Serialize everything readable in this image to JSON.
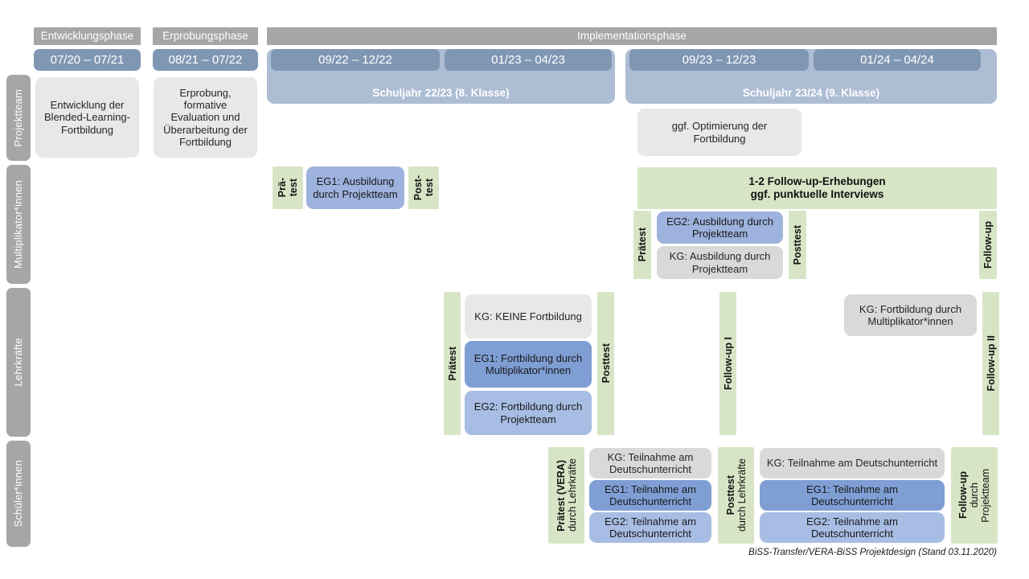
{
  "meta": {
    "footer": "BiSS-Transfer/VERA-BiSS Projektdesign (Stand 03.11.2020)"
  },
  "colors": {
    "gray_header": "#a6a6a6",
    "period_blue": "#8097b3",
    "schuljahr_blue": "#adbdd4",
    "card_gray": "#e8e8e8",
    "card_gray2": "#d9d9d9",
    "blue_mid": "#9db2dd",
    "blue_light": "#a7bde4",
    "blue_dark": "#7e9ed4",
    "green_strip": "#d7e5c6"
  },
  "row_labels": [
    {
      "key": "projektteam",
      "label": "Projektteam"
    },
    {
      "key": "multiplikatorinnen",
      "label": "Multiplikator*innen"
    },
    {
      "key": "lehrkraefte",
      "label": "Lehrkräfte"
    },
    {
      "key": "schuelerinnen",
      "label": "Schüler*innen"
    }
  ],
  "phases": [
    {
      "key": "entwicklung",
      "label": "Entwicklungsphase"
    },
    {
      "key": "erprobung",
      "label": "Erprobungsphase"
    },
    {
      "key": "implementation",
      "label": "Implementationsphase"
    }
  ],
  "periods": [
    {
      "key": "p1",
      "label": "07/20 – 07/21"
    },
    {
      "key": "p2",
      "label": "08/21 – 07/22"
    },
    {
      "key": "p3",
      "label": "09/22 – 12/22"
    },
    {
      "key": "p4",
      "label": "01/23 – 04/23"
    },
    {
      "key": "p5",
      "label": "09/23 – 12/23"
    },
    {
      "key": "p6",
      "label": "01/24 – 04/24"
    }
  ],
  "schuljahre": [
    {
      "key": "sj2223",
      "label": "Schuljahr 22/23 (8. Klasse)"
    },
    {
      "key": "sj2324",
      "label": "Schuljahr 23/24 (9. Klasse)"
    }
  ],
  "projektteam": {
    "entwicklung_card": "Entwicklung der Blended-Learning-Fortbildung",
    "erprobung_card": "Erprobung, formative Evaluation und Überarbeitung der Fortbildung",
    "optimierung_card": "ggf. Optimierung der Fortbildung"
  },
  "multiplikatoren": {
    "praetest_1": "Prä-\ntest",
    "praetest_1_l1": "Prä-",
    "praetest_1_l2": "test",
    "posttest_1_l1": "Post-",
    "posttest_1_l2": "test",
    "eg1_card": "EG1: Ausbildung durch Projektteam",
    "followup_banner_l1": "1-2 Follow-up-Erhebungen",
    "followup_banner_l2": "ggf. punktuelle Interviews",
    "praetest_2": "Prätest",
    "posttest_2": "Posttest",
    "followup": "Follow-up",
    "eg2_card": "EG2: Ausbildung durch Projektteam",
    "kg_card": "KG: Ausbildung durch Projektteam"
  },
  "lehrkraefte": {
    "praetest": "Prätest",
    "posttest": "Posttest",
    "followup_1": "Follow-up I",
    "followup_2": "Follow-up II",
    "kg_keine_card": "KG:  KEINE Fortbildung",
    "eg1_card": "EG1: Fortbildung durch Multiplikator*innen",
    "eg2_card": "EG2: Fortbildung durch Projektteam",
    "kg_right_card": "KG: Fortbildung durch Multiplikator*innen"
  },
  "schuelerinnen": {
    "praetest_main": "Prätest (VERA)",
    "praetest_sub": "durch Lehrkräfte",
    "posttest_main": "Posttest",
    "posttest_sub": "durch Lehrkräfte",
    "followup_main": "Follow-up",
    "followup_sub1": "durch",
    "followup_sub2": "Projektteam",
    "left_cards": [
      {
        "key": "kg",
        "label": "KG: Teilnahme am Deutschunterricht"
      },
      {
        "key": "eg1",
        "label": "EG1: Teilnahme am Deutschunterricht"
      },
      {
        "key": "eg2",
        "label": "EG2: Teilnahme am Deutschunterricht"
      }
    ],
    "right_cards": [
      {
        "key": "kg",
        "label": "KG: Teilnahme am Deutschunterricht"
      },
      {
        "key": "eg1",
        "label": "EG1: Teilnahme am Deutschunterricht"
      },
      {
        "key": "eg2",
        "label": "EG2: Teilnahme am Deutschunterricht"
      }
    ]
  }
}
